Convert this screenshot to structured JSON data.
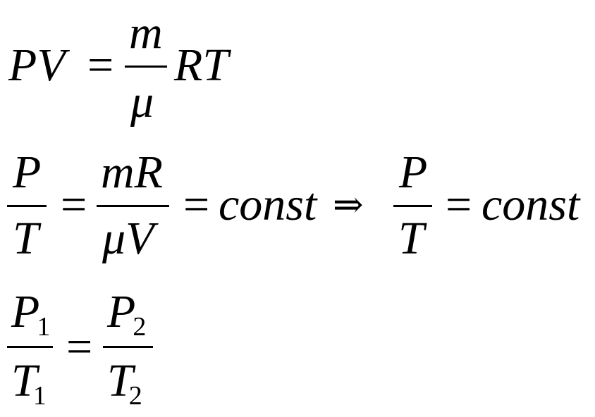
{
  "eq1": {
    "lhs": "PV",
    "equals": "=",
    "numerator": "m",
    "denominator": "μ",
    "rhs": "RT"
  },
  "eq2": {
    "frac1_num": "P",
    "frac1_den": "T",
    "equals1": "=",
    "frac2_num": "mR",
    "frac2_den": "μV",
    "equals2": "=",
    "const1": "const",
    "implies": "⇒",
    "frac3_num": "P",
    "frac3_den": "T",
    "equals3": "=",
    "const2": "const"
  },
  "eq3": {
    "frac1_num_base": "P",
    "frac1_num_sub": "1",
    "frac1_den_base": "T",
    "frac1_den_sub": "1",
    "equals": "=",
    "frac2_num_base": "P",
    "frac2_num_sub": "2",
    "frac2_den_base": "T",
    "frac2_den_sub": "2"
  }
}
